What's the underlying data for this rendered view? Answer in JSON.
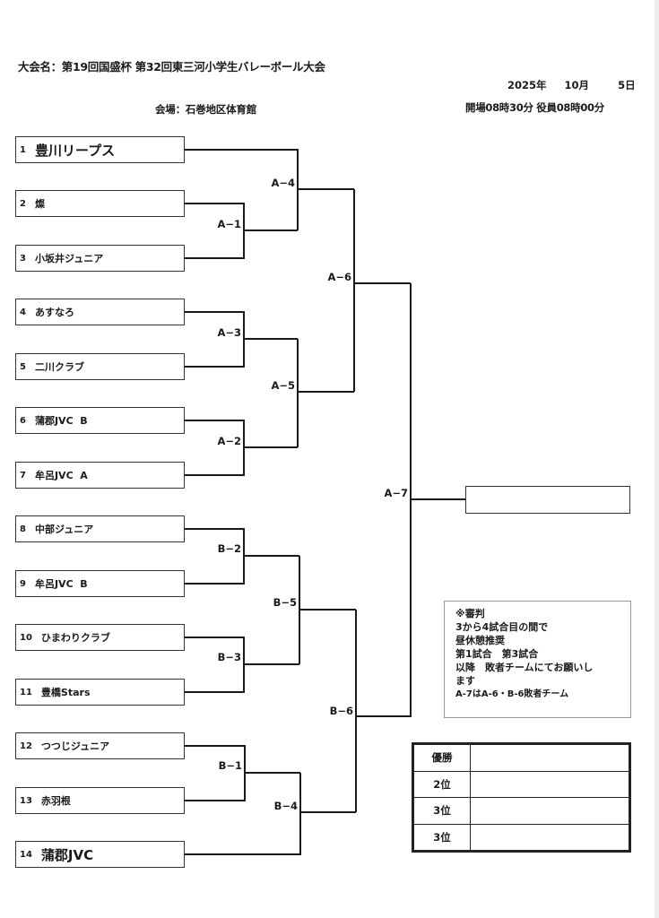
{
  "header": {
    "tournament_title": "大会名：第19回国盛杯 第32回東三河小学生バレーボール大会",
    "venue": "会場：石巻地区体育館",
    "date": {
      "year": "2025年",
      "month": "10月",
      "day": "5日"
    },
    "times": "開場08時30分 役員08時00分"
  },
  "teams": [
    {
      "seed": "1",
      "name": "豊川リープス"
    },
    {
      "seed": "2",
      "name": "燦"
    },
    {
      "seed": "3",
      "name": "小坂井ジュニア"
    },
    {
      "seed": "4",
      "name": "あすなろ"
    },
    {
      "seed": "5",
      "name": "二川クラブ"
    },
    {
      "seed": "6",
      "name": "蒲郡JVC  B"
    },
    {
      "seed": "7",
      "name": "牟呂JVC  A"
    },
    {
      "seed": "8",
      "name": "中部ジュニア"
    },
    {
      "seed": "9",
      "name": "牟呂JVC  B"
    },
    {
      "seed": "10",
      "name": "ひまわりクラブ"
    },
    {
      "seed": "11",
      "name": "豊橋Stars"
    },
    {
      "seed": "12",
      "name": "つつじジュニア"
    },
    {
      "seed": "13",
      "name": "赤羽根"
    },
    {
      "seed": "14",
      "name": "蒲郡JVC"
    }
  ],
  "matches": {
    "A1": "A−1",
    "A2": "A−2",
    "A3": "A−3",
    "A4": "A−4",
    "A5": "A−5",
    "A6": "A−6",
    "A7": "A−7",
    "B1": "B−1",
    "B2": "B−2",
    "B3": "B−3",
    "B4": "B−4",
    "B5": "B−5",
    "B6": "B−6"
  },
  "final_result": "",
  "note": {
    "lines": [
      "※審判",
      "3から4試合目の間で",
      "昼休憩推奨",
      "第1試合　第3試合",
      "以降　敗者チームにてお願いし",
      "ます",
      "A-7はA-6・B-6敗者チーム"
    ]
  },
  "ranking": [
    {
      "place": "優勝",
      "team": ""
    },
    {
      "place": "2位",
      "team": ""
    },
    {
      "place": "3位",
      "team": ""
    },
    {
      "place": "3位",
      "team": ""
    }
  ]
}
